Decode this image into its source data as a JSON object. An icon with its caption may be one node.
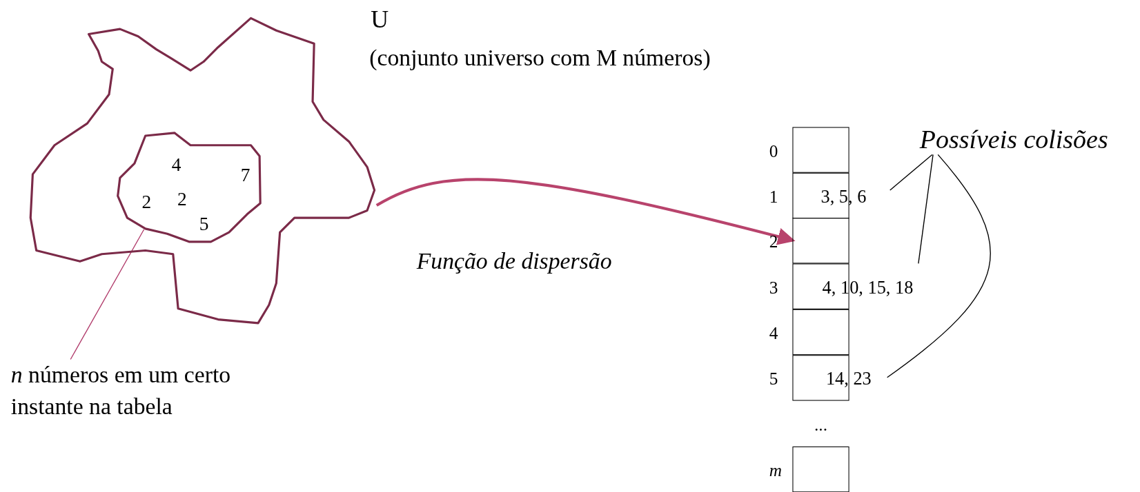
{
  "diagram": {
    "nodes": [
      {
        "text": [],
        "shape": "cloud",
        "beside": [
          "U",
          "(conjunto universo com M números)"
        ]
      },
      {
        "text": [
          "4",
          "7",
          "2",
          "2",
          "5"
        ],
        "in": 0
      },
      {
        "text": [
          "*n* números em um certo instante na tabela"
        ]
      },
      {
        "text": [],
        "shape": "box",
        "beside": [
          "0"
        ]
      },
      {
        "text": [
          "3, 5, 6"
        ],
        "beside": [
          "1"
        ]
      },
      {
        "text": [],
        "shape": "box",
        "beside": [
          "2"
        ]
      },
      {
        "text": [
          "4, 10, 15, 18"
        ],
        "beside": [
          "3"
        ]
      },
      {
        "text": [],
        "shape": "box",
        "beside": [
          "4"
        ]
      },
      {
        "text": [
          "14, 23"
        ],
        "beside": [
          "5"
        ]
      },
      {
        "text": [],
        "shape": "box",
        "beside": [
          "m"
        ]
      },
      {
        "text": [
          "Possíveis colisões"
        ]
      }
    ],
    "edges": [
      {
        "from": 2,
        "to": 1,
        "arrow": "none",
        "color": "#b03a6a"
      },
      {
        "from": 0,
        "to": 5,
        "arrow": "to",
        "label": "Função de dispersão",
        "style": "thick",
        "color": "#b8436c"
      },
      {
        "from": 10,
        "to": 4,
        "arrow": "none"
      },
      {
        "from": 10,
        "to": 6,
        "arrow": "none"
      },
      {
        "from": 10,
        "to": 8,
        "arrow": "none"
      }
    ],
    "labels": [
      "..."
    ]
  }
}
